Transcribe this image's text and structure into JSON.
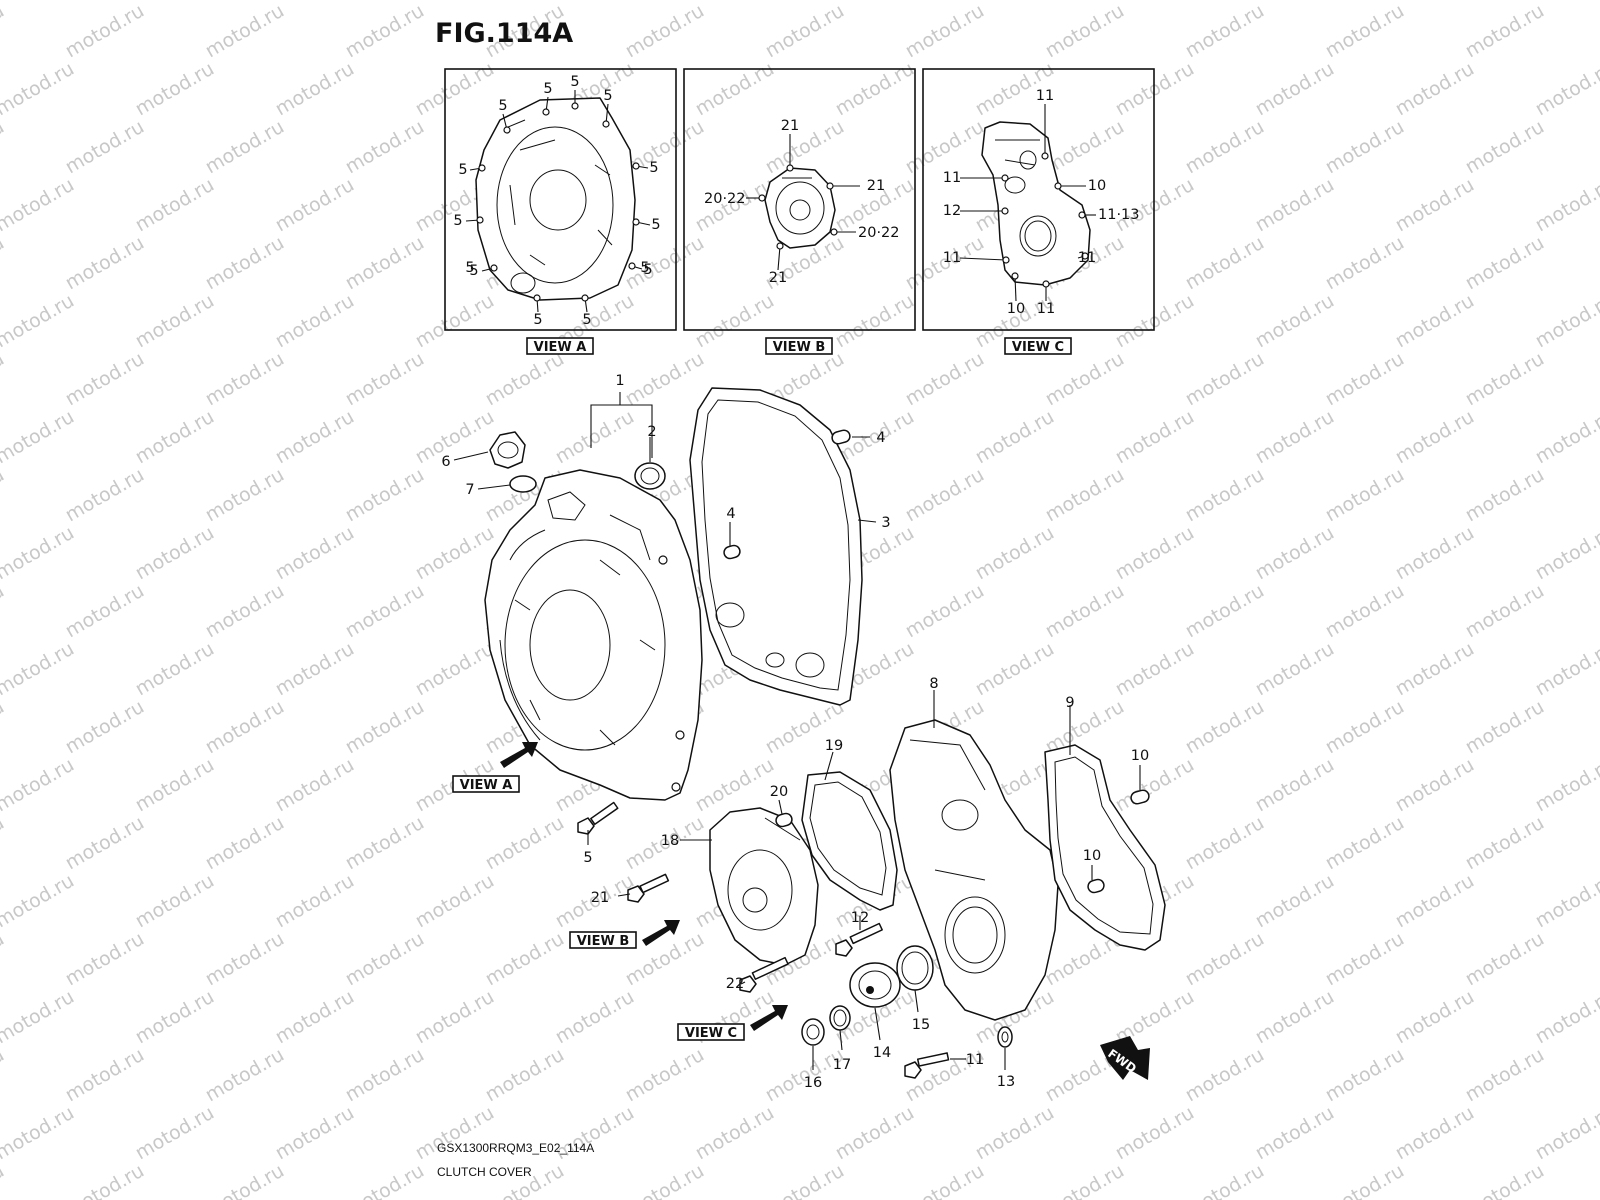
{
  "figure": {
    "title": "FIG.114A",
    "code": "GSX1300RRQM3_E02_114A",
    "name": "CLUTCH COVER",
    "watermark": "motod.ru"
  },
  "view_tags": {
    "view_a": "VIEW A",
    "view_b": "VIEW B",
    "view_c": "VIEW C"
  },
  "fwd_label": "FWD",
  "view_a_labels": [
    "5",
    "5",
    "5",
    "5",
    "5",
    "5",
    "5",
    "5",
    "5",
    "5",
    "5",
    "5",
    "5",
    "5"
  ],
  "view_b_labels": [
    "21",
    "21",
    "21",
    "20·22",
    "20·22"
  ],
  "view_c_labels": [
    "11",
    "11",
    "10",
    "12",
    "11·13",
    "11",
    "11",
    "10",
    "11"
  ],
  "main_labels": [
    "1",
    "2",
    "3",
    "4",
    "4",
    "5",
    "6",
    "7",
    "8",
    "9",
    "10",
    "10",
    "11",
    "12",
    "13",
    "14",
    "15",
    "16",
    "17",
    "18",
    "19",
    "20",
    "21",
    "22"
  ]
}
